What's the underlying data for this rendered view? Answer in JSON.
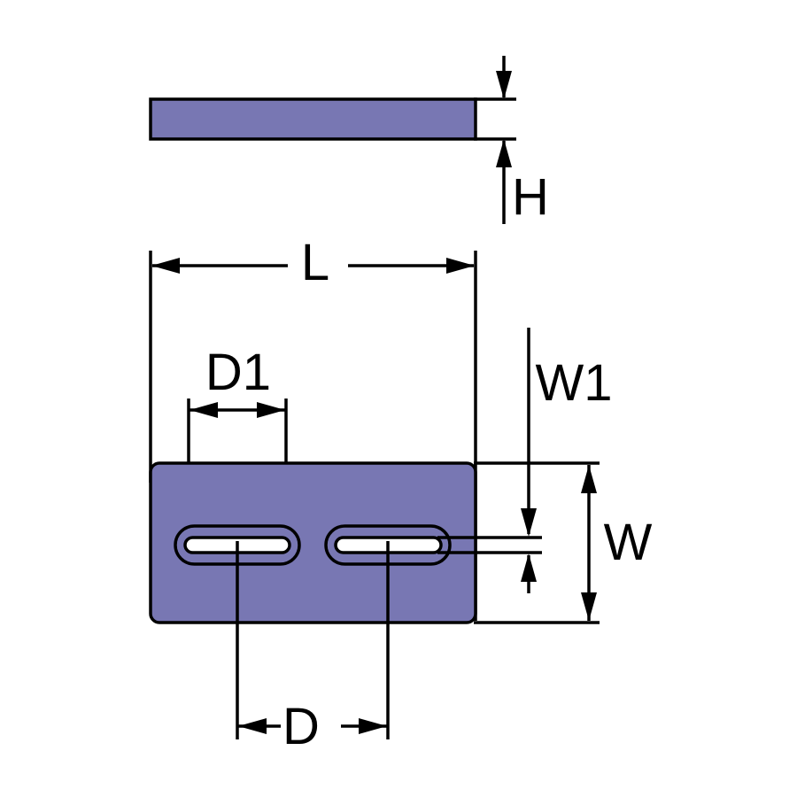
{
  "drawing": {
    "kind": "dimension-drawing",
    "slot_count": 2,
    "views": {
      "side_view": "plate-thickness-profile",
      "top_view": "plate-face-with-two-slots"
    }
  },
  "labels": {
    "thickness": "H",
    "length": "L",
    "slot_length": "D1",
    "slot_width": "W1",
    "plate_width": "W",
    "slot_spacing": "D"
  },
  "colors": {
    "plate_fill": "#7877B3",
    "slot_fill": "#FFFFFF",
    "line": "#000000",
    "background": "#FFFFFF"
  }
}
